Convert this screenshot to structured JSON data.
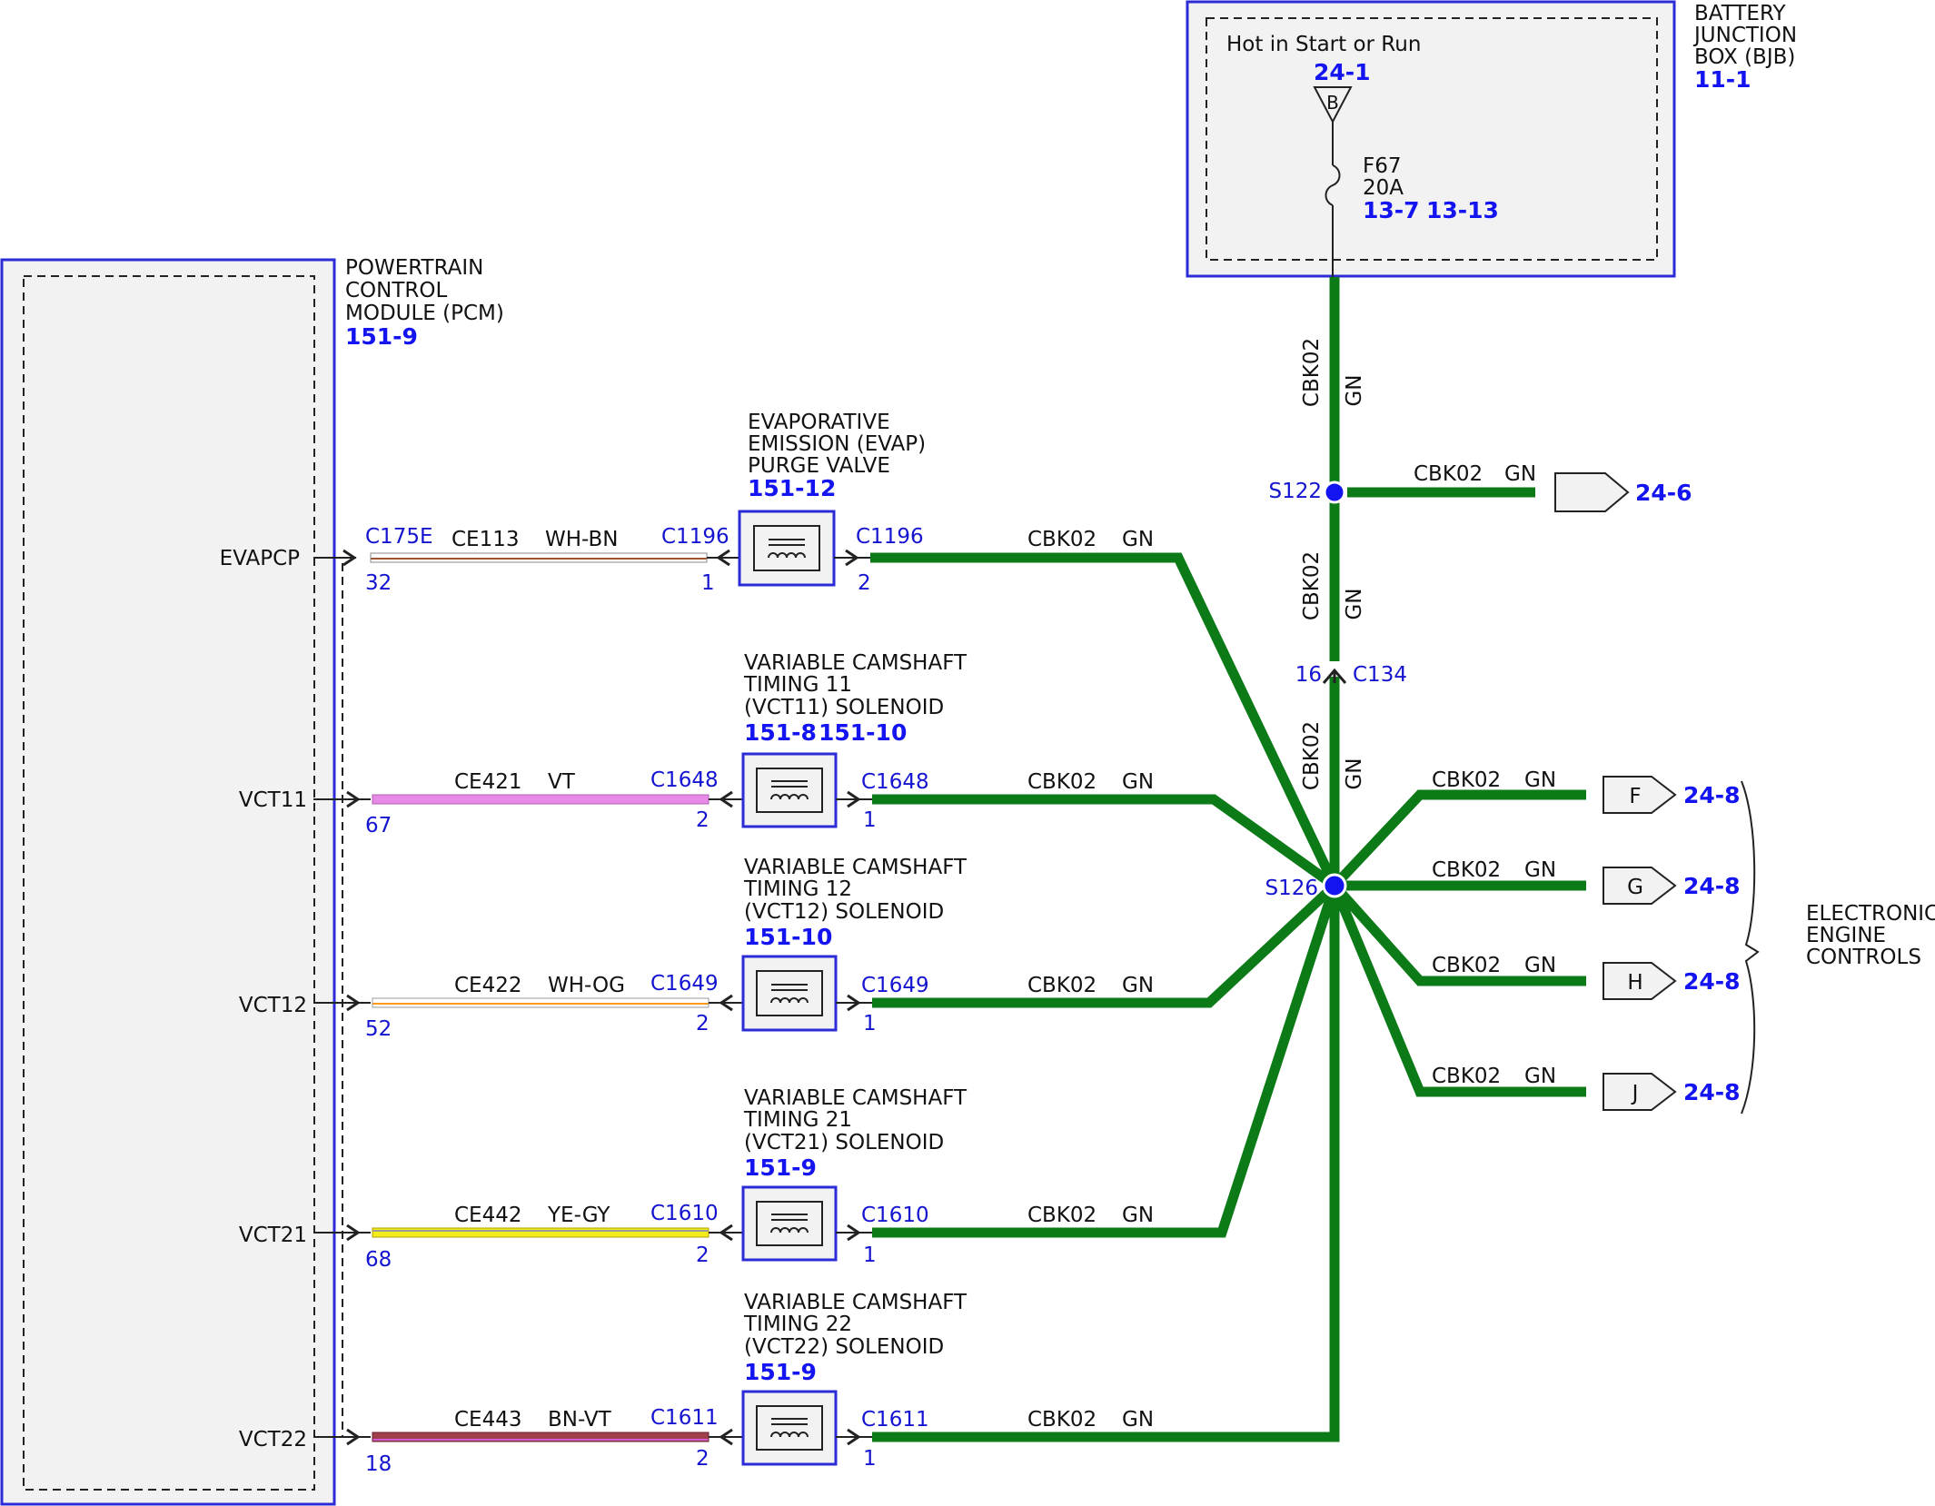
{
  "colors": {
    "ground_wire": "#0b7a17",
    "ref_blue": "#1414f0",
    "module_border": "#2b2bd8",
    "module_fill": "#f2f2f2"
  },
  "pcm": {
    "title": [
      "POWERTRAIN",
      "CONTROL",
      "MODULE (PCM)"
    ],
    "ref": "151-9"
  },
  "bjb": {
    "title": [
      "BATTERY",
      "JUNCTION",
      "BOX (BJB)"
    ],
    "ref": "11-1",
    "hot_label": "Hot in Start or Run",
    "hot_ref": "24-1",
    "bus_letter": "B",
    "fuse_name": "F67",
    "fuse_rating": "20A",
    "fuse_refs": [
      "13-7",
      "13-13"
    ]
  },
  "circuits": [
    {
      "signal": "EVAPCP",
      "pcm_connector": "C175E",
      "pcm_pin": "32",
      "wire_circuit": "CE113",
      "wire_color": "WH-BN",
      "device_title": [
        "EVAPORATIVE",
        "EMISSION (EVAP)",
        "PURGE VALVE"
      ],
      "device_refs": [
        "151-12"
      ],
      "device_connector": "C1196",
      "device_pin_in": "1",
      "device_pin_out": "2",
      "gnd_circuit": "CBK02",
      "gnd_color": "GN"
    },
    {
      "signal": "VCT11",
      "pcm_connector": "",
      "pcm_pin": "67",
      "wire_circuit": "CE421",
      "wire_color": "VT",
      "device_title": [
        "VARIABLE CAMSHAFT",
        "TIMING 11",
        "(VCT11) SOLENOID"
      ],
      "device_refs": [
        "151-8",
        "151-10"
      ],
      "device_connector": "C1648",
      "device_pin_in": "2",
      "device_pin_out": "1",
      "gnd_circuit": "CBK02",
      "gnd_color": "GN"
    },
    {
      "signal": "VCT12",
      "pcm_connector": "",
      "pcm_pin": "52",
      "wire_circuit": "CE422",
      "wire_color": "WH-OG",
      "device_title": [
        "VARIABLE CAMSHAFT",
        "TIMING 12",
        "(VCT12) SOLENOID"
      ],
      "device_refs": [
        "151-10"
      ],
      "device_connector": "C1649",
      "device_pin_in": "2",
      "device_pin_out": "1",
      "gnd_circuit": "CBK02",
      "gnd_color": "GN"
    },
    {
      "signal": "VCT21",
      "pcm_connector": "",
      "pcm_pin": "68",
      "wire_circuit": "CE442",
      "wire_color": "YE-GY",
      "device_title": [
        "VARIABLE CAMSHAFT",
        "TIMING 21",
        "(VCT21) SOLENOID"
      ],
      "device_refs": [
        "151-9"
      ],
      "device_connector": "C1610",
      "device_pin_in": "2",
      "device_pin_out": "1",
      "gnd_circuit": "CBK02",
      "gnd_color": "GN"
    },
    {
      "signal": "VCT22",
      "pcm_connector": "",
      "pcm_pin": "18",
      "wire_circuit": "CE443",
      "wire_color": "BN-VT",
      "device_title": [
        "VARIABLE CAMSHAFT",
        "TIMING 22",
        "(VCT22) SOLENOID"
      ],
      "device_refs": [
        "151-9"
      ],
      "device_connector": "C1611",
      "device_pin_in": "2",
      "device_pin_out": "1",
      "gnd_circuit": "CBK02",
      "gnd_color": "GN"
    }
  ],
  "trunk": {
    "segments": [
      {
        "circuit": "CBK02",
        "color": "GN"
      },
      {
        "circuit": "CBK02",
        "color": "GN"
      },
      {
        "circuit": "CBK02",
        "color": "GN"
      }
    ],
    "splice_top": "S122",
    "splice_hub": "S126",
    "inline_connector": "C134",
    "inline_pin": "16",
    "branch_top": {
      "circuit": "CBK02",
      "color": "GN",
      "ref": "24-6"
    }
  },
  "outputs": [
    {
      "letter": "F",
      "circuit": "CBK02",
      "color": "GN",
      "ref": "24-8"
    },
    {
      "letter": "G",
      "circuit": "CBK02",
      "color": "GN",
      "ref": "24-8"
    },
    {
      "letter": "H",
      "circuit": "CBK02",
      "color": "GN",
      "ref": "24-8"
    },
    {
      "letter": "J",
      "circuit": "CBK02",
      "color": "GN",
      "ref": "24-8"
    }
  ],
  "eec_label": [
    "ELECTRONIC",
    "ENGINE",
    "CONTROLS"
  ]
}
